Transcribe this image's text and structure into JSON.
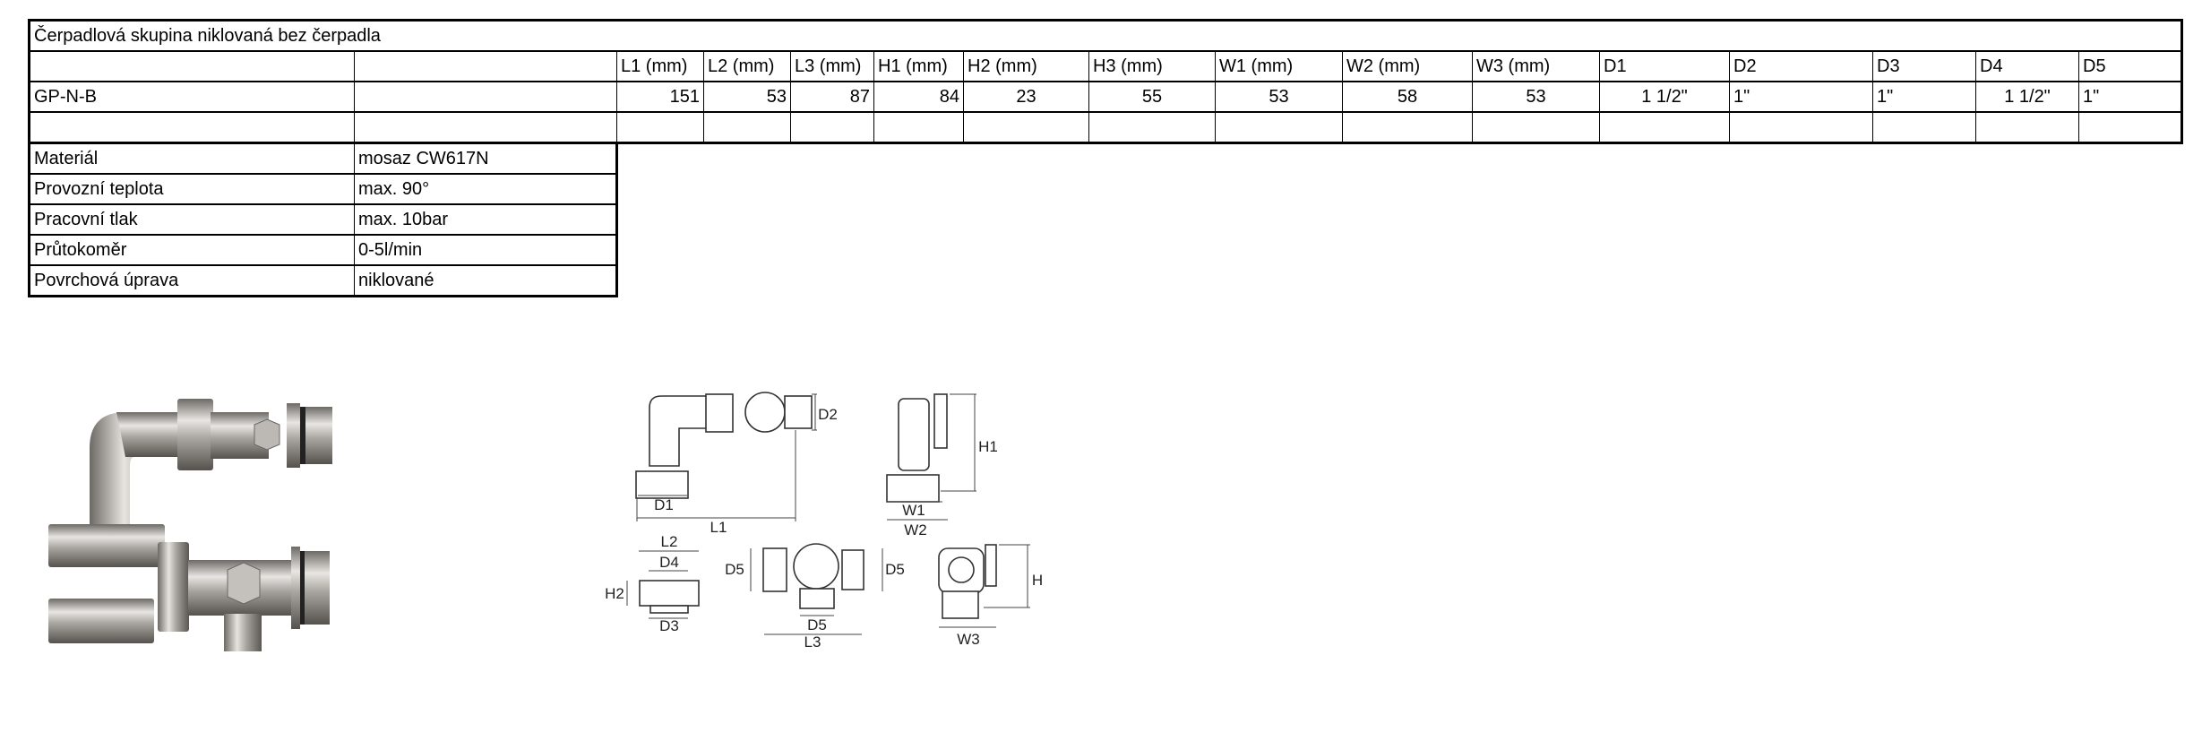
{
  "title": "Čerpadlová skupina niklovaná bez čerpadla",
  "spec_table": {
    "headers": [
      "",
      "",
      "L1 (mm)",
      "L2 (mm)",
      "L3 (mm)",
      "H1 (mm)",
      "H2 (mm)",
      "H3 (mm)",
      "W1 (mm)",
      "W2 (mm)",
      "W3 (mm)",
      "D1",
      "D2",
      "D3",
      "D4",
      "D5"
    ],
    "rows": [
      [
        "GP-N-B",
        "",
        "151",
        "53",
        "87",
        "84",
        "23",
        "55",
        "53",
        "58",
        "53",
        "1 1/2\"",
        "1\"",
        "1\"",
        "1 1/2\"",
        "1\""
      ],
      [
        "",
        "",
        "",
        "",
        "",
        "",
        "",
        "",
        "",
        "",
        "",
        "",
        "",
        "",
        "",
        ""
      ]
    ]
  },
  "properties": [
    {
      "label": "Materiál",
      "value": "mosaz CW617N"
    },
    {
      "label": "Provozní teplota",
      "value": "max. 90°"
    },
    {
      "label": "Pracovní tlak",
      "value": "max. 10bar"
    },
    {
      "label": "Průtokoměr",
      "value": "0-5l/min"
    },
    {
      "label": "Povrchová úprava",
      "value": "niklované"
    }
  ],
  "diagram_labels": {
    "d1": "D1",
    "d2": "D2",
    "l1": "L1",
    "h1": "H1",
    "w1": "W1",
    "w2": "W2",
    "l2": "L2",
    "d4": "D4",
    "h2": "H2",
    "d3": "D3",
    "d5_left": "D5",
    "d5_right": "D5",
    "d5_bottom": "D5",
    "l3": "L3",
    "h": "H",
    "w3": "W3"
  }
}
